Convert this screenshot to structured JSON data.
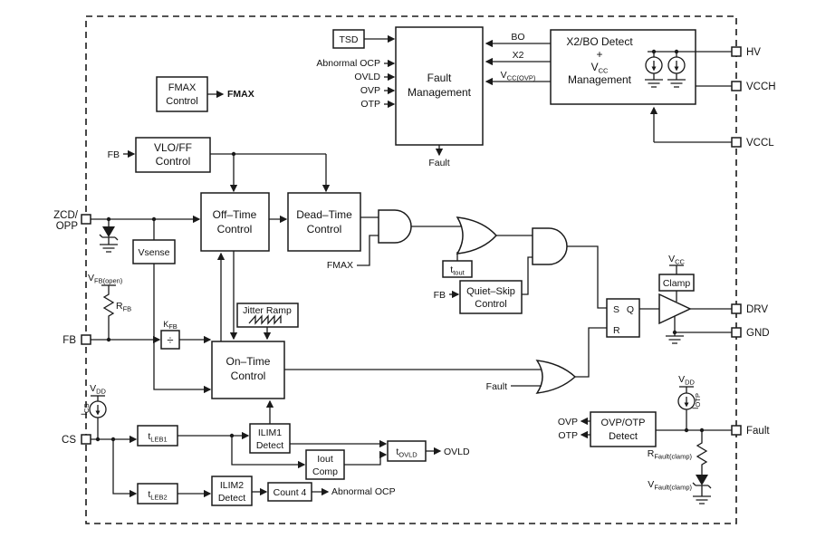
{
  "diagram": {
    "pins": {
      "left": {
        "zcd1": "ZCD/",
        "zcd2": "OPP",
        "fb": "FB",
        "cs": "CS"
      },
      "right": {
        "hv": "HV",
        "vcch": "VCCH",
        "vccl": "VCCL",
        "drv": "DRV",
        "gnd": "GND",
        "fault": "Fault"
      }
    },
    "blocks": {
      "tsd": "TSD",
      "fault_management": {
        "l1": "Fault",
        "l2": "Management"
      },
      "x2bo": {
        "l1": "X2/BO Detect",
        "l2": "+",
        "l3b": "V",
        "l3s": "CC",
        "l4": "Management"
      },
      "fmax": {
        "l1": "FMAX",
        "l2": "Control"
      },
      "vloff": {
        "l1": "VLO/FF",
        "l2": "Control"
      },
      "offtime": {
        "l1": "Off–Time",
        "l2": "Control"
      },
      "deadtime": {
        "l1": "Dead–Time",
        "l2": "Control"
      },
      "vsense": "Vsense",
      "jitter": "Jitter Ramp",
      "ontime": {
        "l1": "On–Time",
        "l2": "Control"
      },
      "quietskip": {
        "l1": "Quiet–Skip",
        "l2": "Control"
      },
      "ttout": {
        "b": "t",
        "s": "tout"
      },
      "clamp": "Clamp",
      "divider": "÷",
      "tleb1": {
        "b": "t",
        "s": "LEB1"
      },
      "tleb2": {
        "b": "t",
        "s": "LEB2"
      },
      "ilim1": {
        "l1": "ILIM1",
        "l2": "Detect"
      },
      "ilim2": {
        "l1": "ILIM2",
        "l2": "Detect"
      },
      "ioutcomp": {
        "l1": "Iout",
        "l2": "Comp"
      },
      "count4": "Count 4",
      "tovld": {
        "b": "t",
        "s": "OVLD"
      },
      "ovpotp": {
        "l1": "OVP/OTP",
        "l2": "Detect"
      },
      "latch": {
        "s": "S",
        "r": "R",
        "q": "Q"
      }
    },
    "signals": {
      "bo": "BO",
      "x2": "X2",
      "vccovp": {
        "b": "V",
        "s": "CC(OVP)"
      },
      "abn_ocp_in": "Abnormal OCP",
      "ovld_in": "OVLD",
      "ovp_in": "OVP",
      "otp_in": "OTP",
      "fault_fm": "Fault",
      "fmax_out": "FMAX",
      "fb_vloff": "FB",
      "fmax_gate": "FMAX",
      "fb_qs": "FB",
      "fault_or": "Fault",
      "vfb_open": {
        "b": "V",
        "s": "FB(open)"
      },
      "rfb": {
        "b": "R",
        "s": "FB"
      },
      "kfb": {
        "b": "K",
        "s": "FB"
      },
      "vdd_cs": {
        "b": "V",
        "s": "DD"
      },
      "ics": {
        "b": "I",
        "s": "CS"
      },
      "ovld_out": "OVLD",
      "abn_ocp_out": "Abnormal OCP",
      "ovp_det": "OVP",
      "otp_det": "OTP",
      "vdd_otp": {
        "b": "V",
        "s": "DD"
      },
      "iotp": {
        "b": "I",
        "s": "OTP"
      },
      "rfault": {
        "b": "R",
        "s": "Fault(clamp)"
      },
      "vfault": {
        "b": "V",
        "s": "Fault(clamp)"
      },
      "vcc_clamp": {
        "b": "V",
        "s": "CC"
      }
    },
    "colors": {
      "line": "#1a1a1a",
      "background": "#ffffff"
    }
  }
}
